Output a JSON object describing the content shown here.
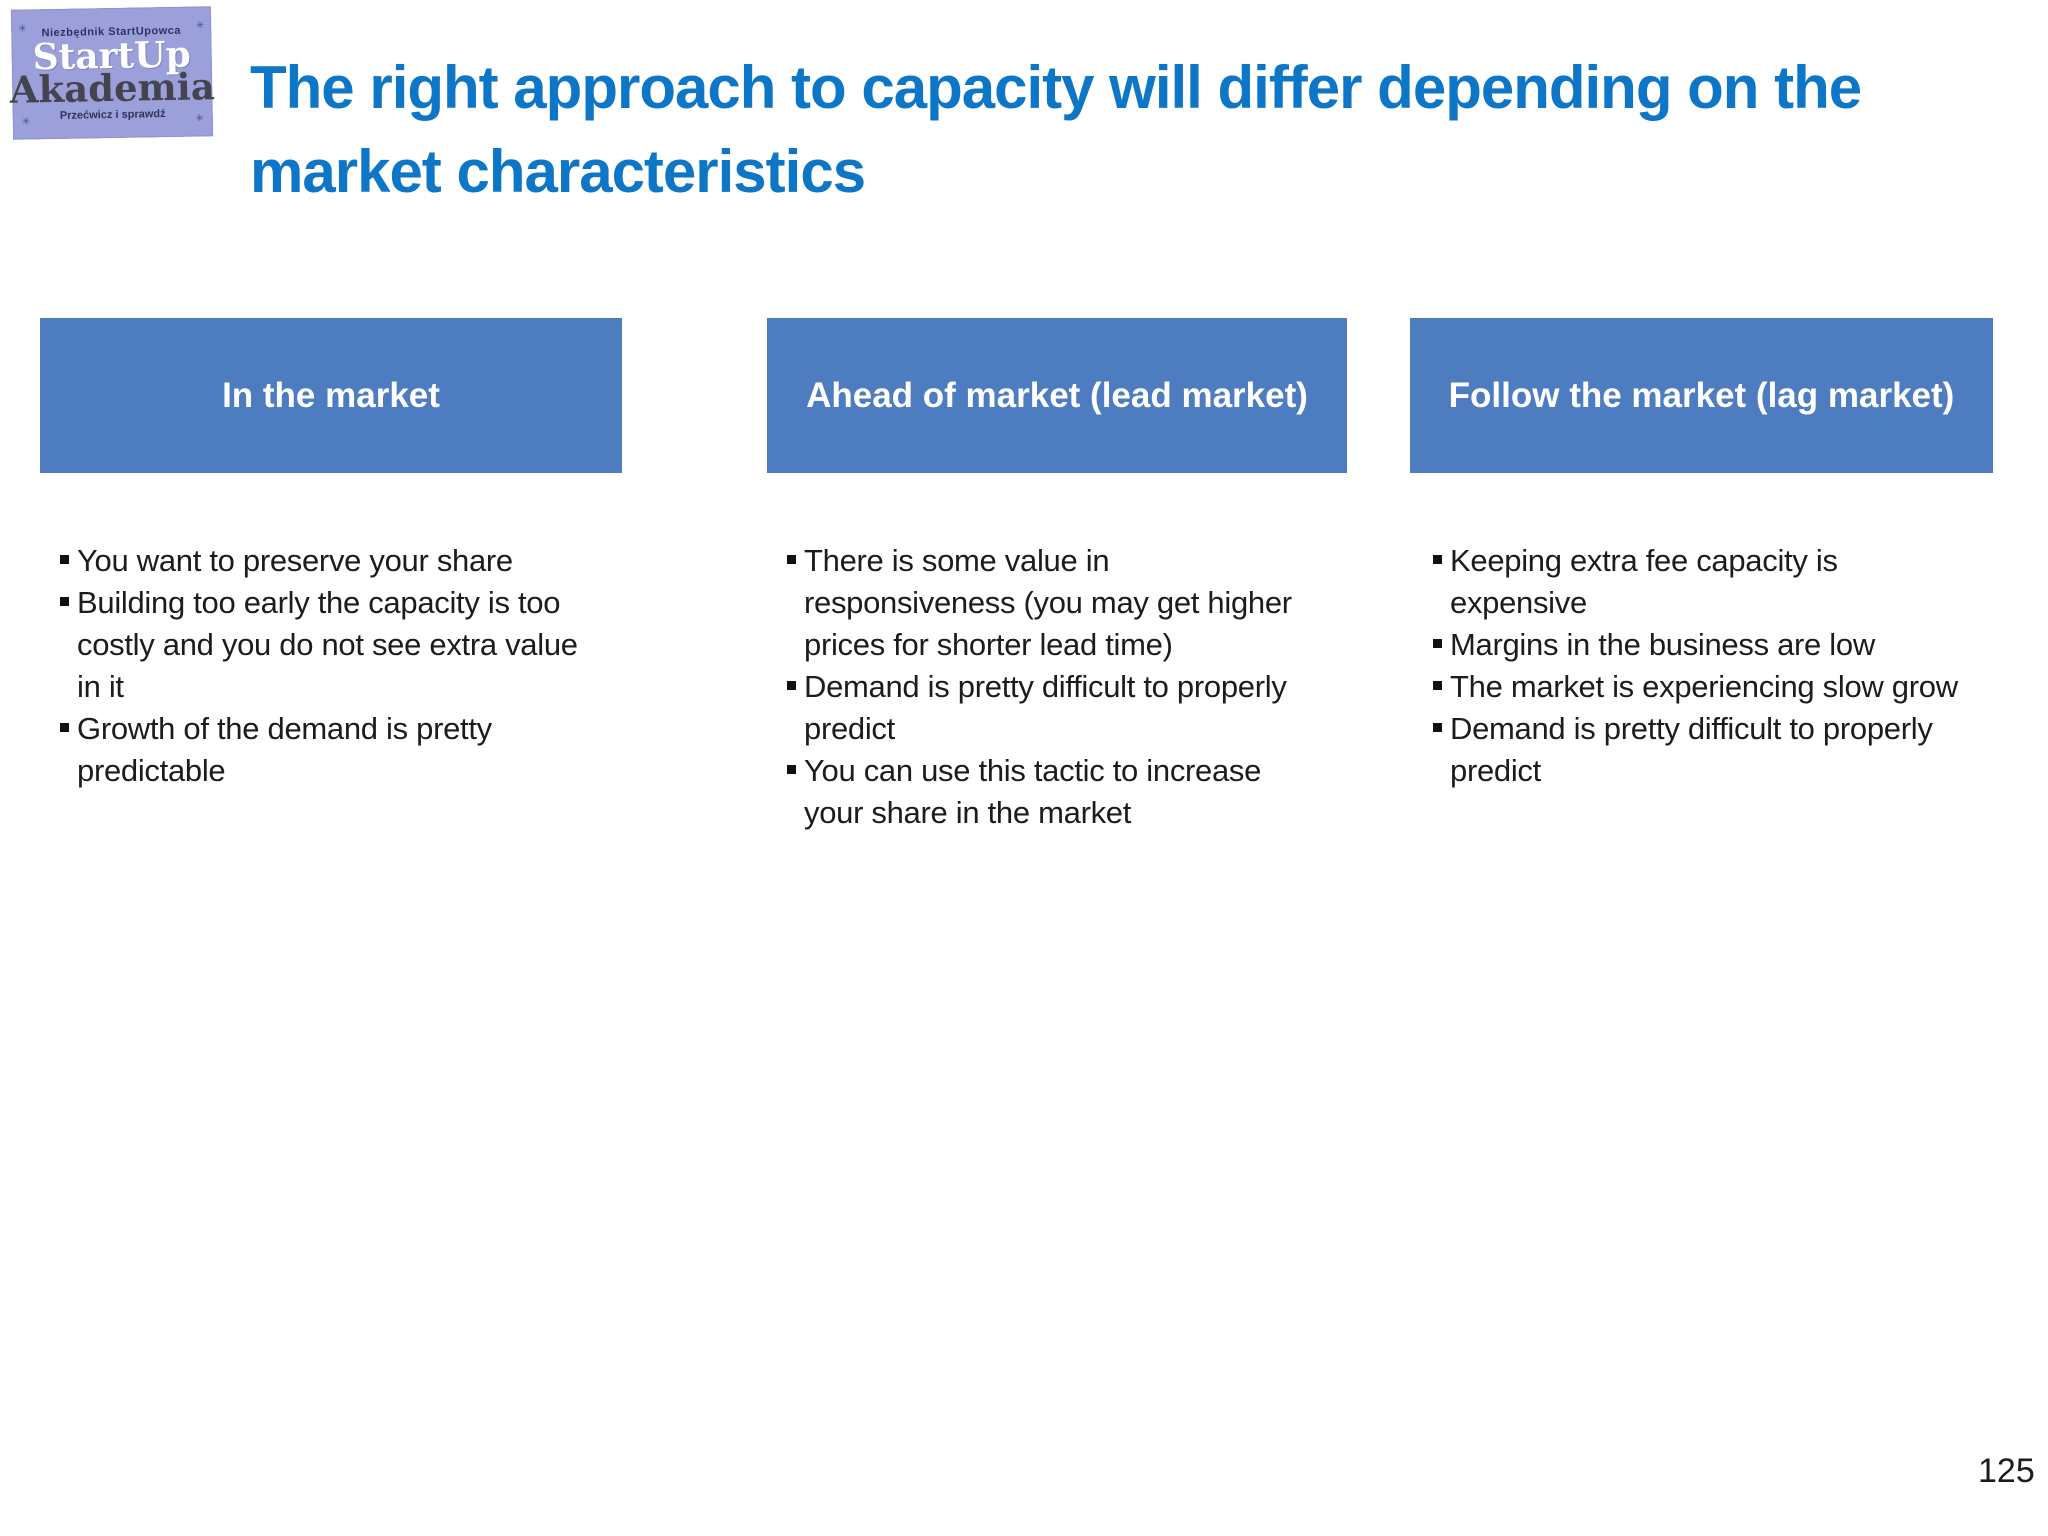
{
  "logo": {
    "top_text": "Niezbędnik StartUpowca",
    "main_text": "StartUp",
    "sub_text": "Akademia",
    "bottom_text": "Przećwicz i sprawdź",
    "ornament_glyph": "✳"
  },
  "title": "The right approach to capacity will differ depending on the\nmarket characteristics",
  "columns": [
    {
      "header": "In the market",
      "bullets": [
        "You want to preserve your share",
        "Building too early the capacity is too\ncostly and you do not see extra value\nin it",
        "Growth of the demand is pretty\npredictable"
      ]
    },
    {
      "header": "Ahead of market (lead market)",
      "bullets": [
        "There is some value in\nresponsiveness (you may get higher\nprices for shorter lead time)",
        "Demand is pretty difficult to properly\npredict",
        "You can use this tactic to increase\nyour share in the market"
      ]
    },
    {
      "header": "Follow the market (lag market)",
      "bullets": [
        "Keeping extra fee capacity is\nexpensive",
        "Margins in the business are low",
        "The market is experiencing slow grow",
        "Demand is pretty difficult to properly\npredict"
      ]
    }
  ],
  "page": {
    "number": "125"
  },
  "colors": {
    "title_blue": "#0d76c6",
    "header_box_blue": "#4d7cc0",
    "body_text": "#1c1c1c",
    "logo_background": "#9ba0da"
  }
}
